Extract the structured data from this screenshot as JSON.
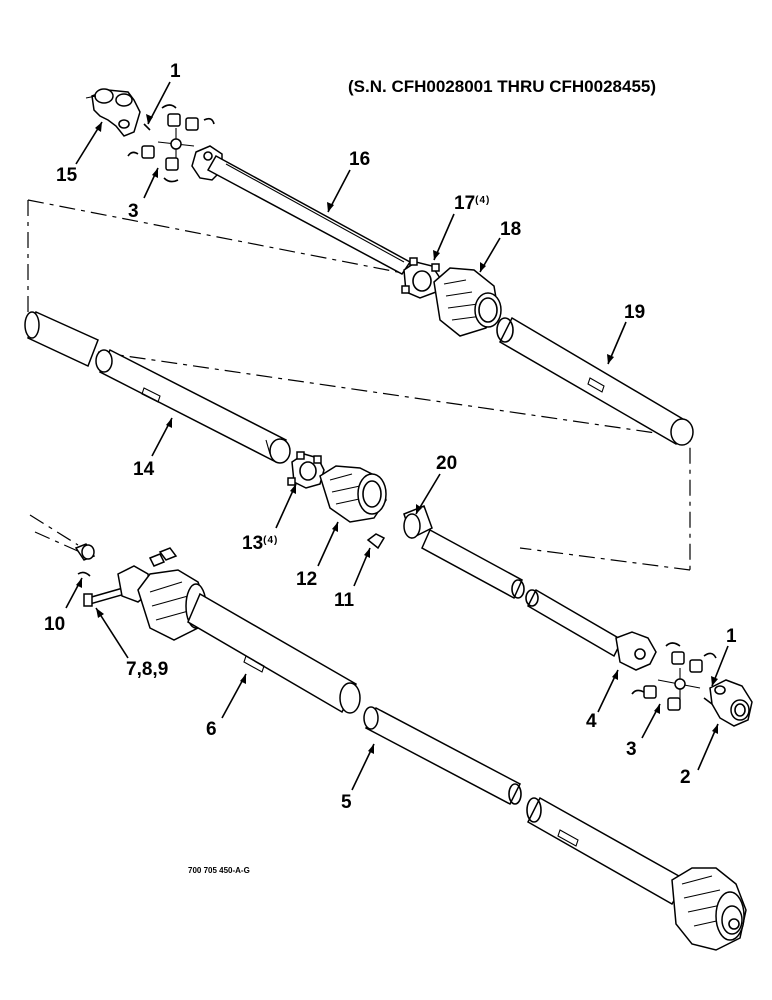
{
  "header": {
    "serial_range": "(S.N. CFH0028001 THRU CFH0028455)"
  },
  "footer": {
    "drawing_code": "700 705 450-A-G"
  },
  "callouts": {
    "c1_top": "1",
    "c15": "15",
    "c3_top": "3",
    "c16": "16",
    "c17": "17",
    "c17_qty": "(4)",
    "c18": "18",
    "c19": "19",
    "c14": "14",
    "c20": "20",
    "c13": "13",
    "c13_qty": "(4)",
    "c12": "12",
    "c11": "11",
    "c10": "10",
    "c789": "7,8,9",
    "c6": "6",
    "c5": "5",
    "c4": "4",
    "c1_bottom": "1",
    "c3_bottom": "3",
    "c2": "2"
  }
}
